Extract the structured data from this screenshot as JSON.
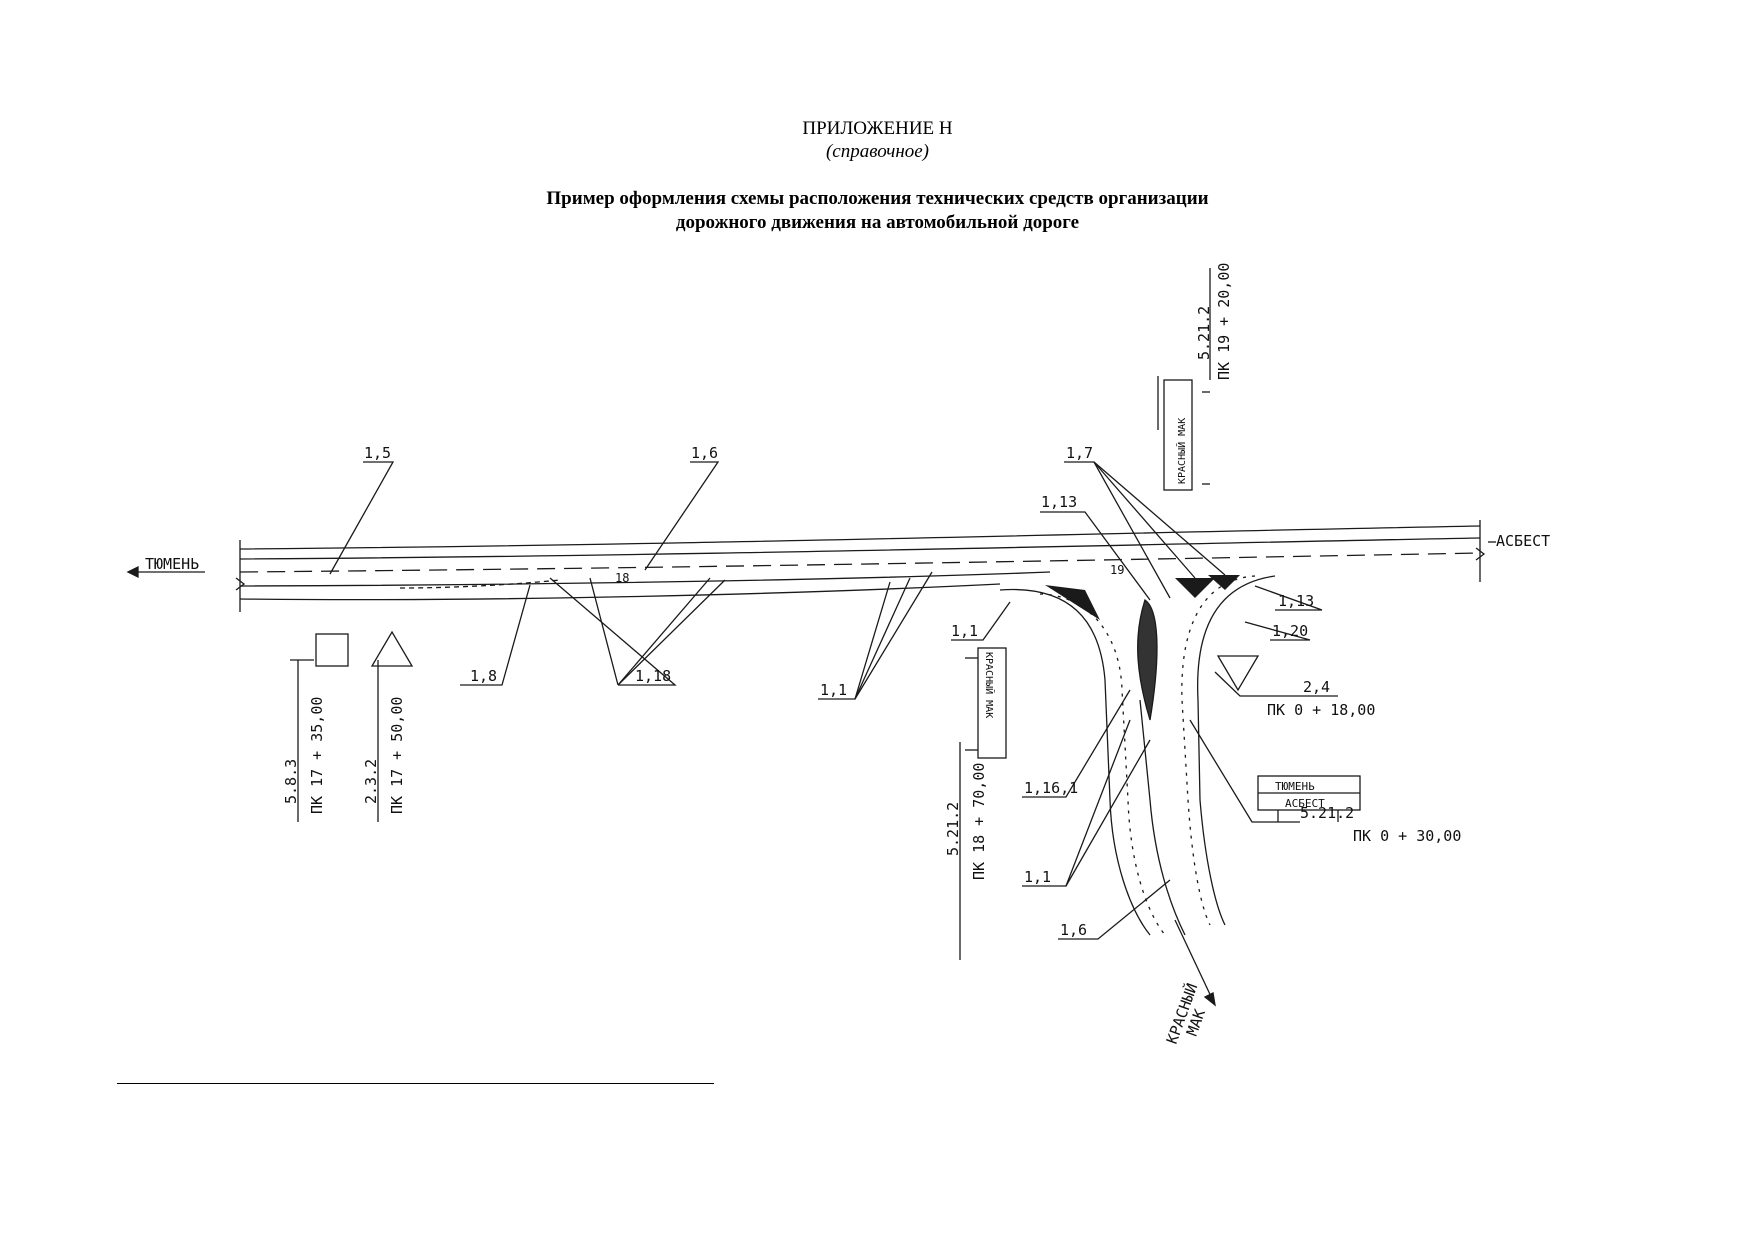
{
  "appendix": {
    "title": "ПРИЛОЖЕНИЕ Н",
    "subtitle": "(справочное)"
  },
  "doc": {
    "title_line1": "Пример оформления схемы расположения технических средств организации",
    "title_line2": "дорожного движения на автомобильной дороге"
  },
  "scheme": {
    "directions": {
      "west": "ТЮМЕНЬ",
      "east": "АСБЕСТ",
      "south_line1": "КРАСНЫЙ",
      "south_line2": "МАК"
    },
    "markings": {
      "m15": "1,5",
      "m16_top": "1,6",
      "m17": "1,7",
      "m113_a": "1,13",
      "m113_b": "1,13",
      "m120": "1,20",
      "m18": "1,8",
      "m118": "1,18",
      "m11_a": "1,1",
      "m11_b": "1,1",
      "m11_c": "1,1",
      "m1161": "1,16,1",
      "m16_bottom": "1,6",
      "n18": "18",
      "n19": "19"
    },
    "signs": {
      "s583_code": "5.8.3",
      "s583_pk": "ПК 17 + 35,00",
      "s232_code": "2.3.2",
      "s232_pk": "ПК 17 + 50,00",
      "s5212_a_code": "5.21.2",
      "s5212_a_pk": "ПК 19 + 20,00",
      "s5212_b_code": "5.21.2",
      "s5212_b_pk": "ПК 18 + 70,00",
      "s24_code": "2,4",
      "s24_pk": "ПК 0 + 18,00",
      "s5212_c_code": "5.21.2",
      "s5212_c_pk": "ПК 0 + 30,00",
      "plate_krasny_mak_top": "КРАСНЫЙ МАК",
      "plate_krasny_mak_left": "КРАСНЫЙ МАК",
      "board_line1": "ТЮМЕНЬ",
      "board_line2": "АСБЕСТ"
    }
  }
}
